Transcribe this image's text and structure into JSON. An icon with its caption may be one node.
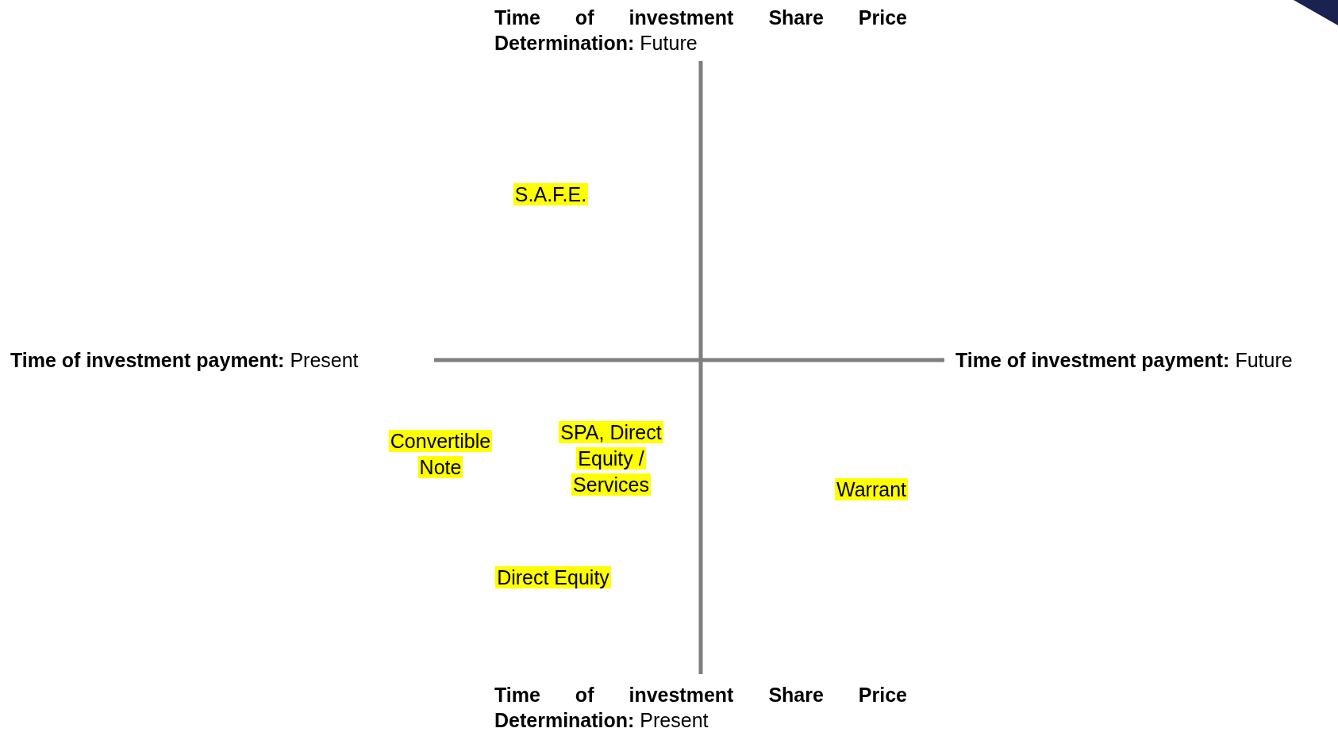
{
  "diagram": {
    "labels": [
      "**Time of investment Share Price Determination:** Future",
      "S.A.F.E.",
      "**Time of investment payment:** Present",
      "**Time of investment payment:** Future",
      "Convertible Note",
      "SPA, Direct Equity / Services",
      "Warrant",
      "Direct Equity",
      "**Time of investment Share Price Determination:** Present"
    ]
  }
}
